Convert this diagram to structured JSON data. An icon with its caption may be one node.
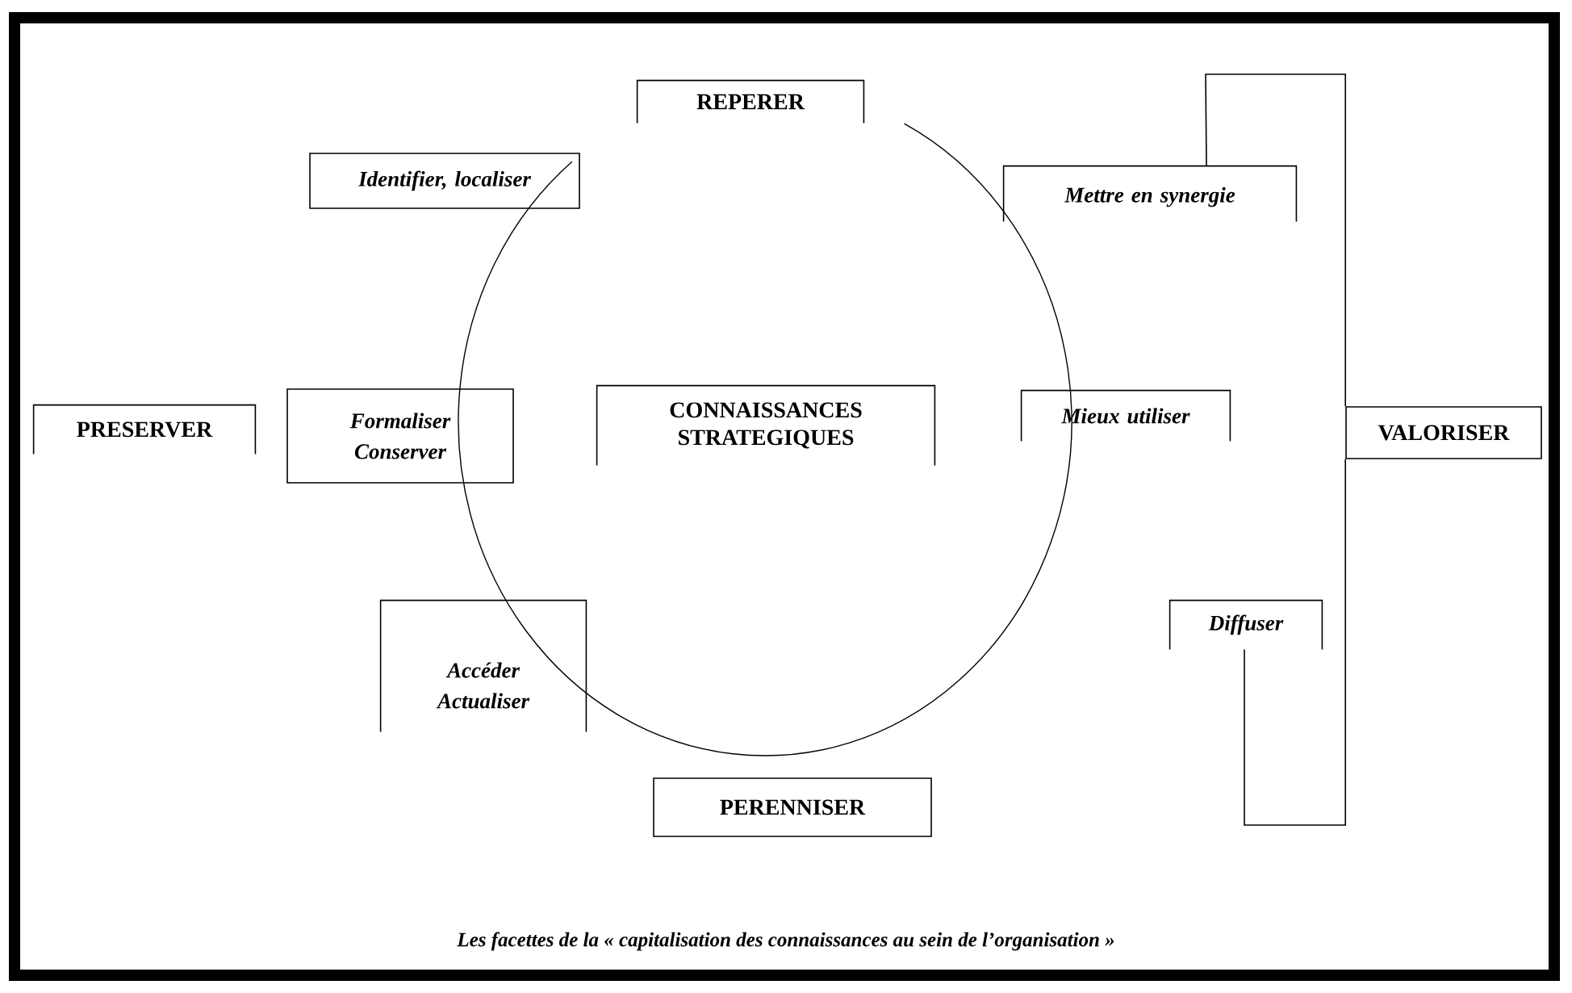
{
  "diagram": {
    "caption": "Les facettes de la « capitalisation des connaissances au sein de l’organisation »",
    "nodes": [
      {
        "text": [
          "REPERER"
        ]
      },
      {
        "text": [
          "Identifier, localiser"
        ]
      },
      {
        "text": [
          "Mettre en synergie"
        ]
      },
      {
        "text": [
          "PRESERVER"
        ]
      },
      {
        "text": [
          "Formaliser Conserver"
        ]
      },
      {
        "text": [
          "CONNAISSANCES STRATEGIQUES"
        ]
      },
      {
        "text": [
          "Mieux utiliser"
        ]
      },
      {
        "text": [
          "VALORISER"
        ]
      },
      {
        "text": [
          "Accéder Actualiser"
        ]
      },
      {
        "text": [
          "Diffuser"
        ]
      },
      {
        "text": [
          "PERENNISER"
        ]
      }
    ],
    "edges": [
      {
        "from": 7,
        "to": 2,
        "arrow": "none"
      },
      {
        "from": 7,
        "to": 9,
        "arrow": "none"
      }
    ]
  }
}
